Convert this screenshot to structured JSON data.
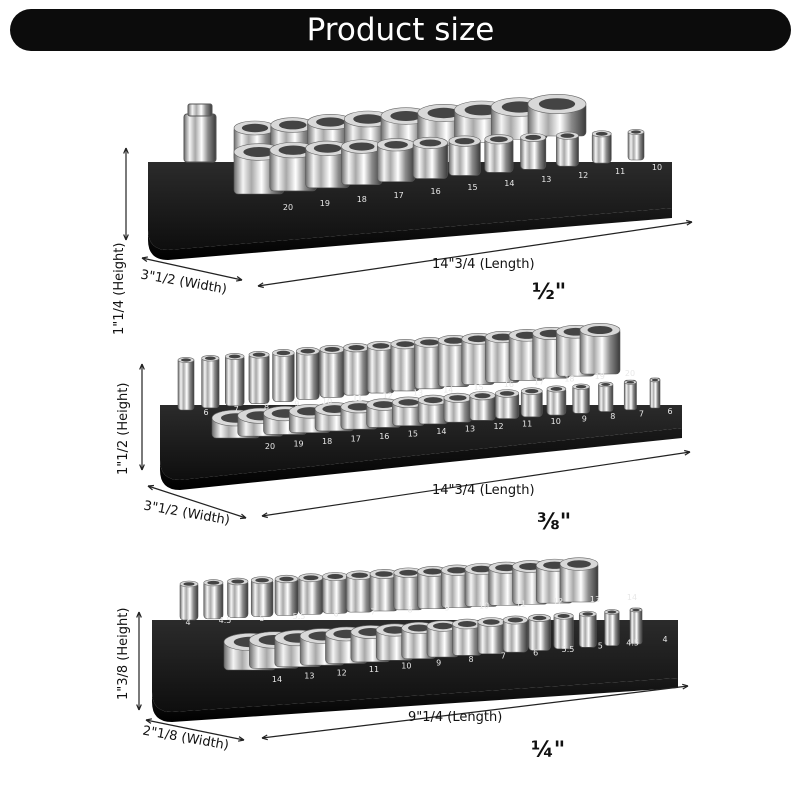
{
  "header": {
    "title": "Product size"
  },
  "panels": [
    {
      "id": "half-inch",
      "drive": "½\"",
      "height": "1\"1/4 (Height)",
      "width": "3\"1/2 (Width)",
      "length": "14\"3/4 (Length)",
      "front_labels": [
        "20",
        "19",
        "18",
        "17",
        "16",
        "15",
        "14",
        "13",
        "12",
        "11",
        "10"
      ],
      "back_labels": []
    },
    {
      "id": "three-eighths-inch",
      "drive": "⅜\"",
      "height": "1\"1/2 (Height)",
      "width": "3\"1/2 (Width)",
      "length": "14\"3/4 (Length)",
      "front_labels": [
        "20",
        "19",
        "18",
        "17",
        "16",
        "15",
        "14",
        "13",
        "12",
        "11",
        "10",
        "9",
        "8",
        "7",
        "6"
      ],
      "back_labels": [
        "6",
        "7",
        "8",
        "9",
        "10",
        "11",
        "12",
        "13",
        "14",
        "15",
        "16",
        "17",
        "18",
        "19",
        "20"
      ]
    },
    {
      "id": "quarter-inch",
      "drive": "¼\"",
      "height": "1\"3/8 (Height)",
      "width": "2\"1/8 (Width)",
      "length": "9\"1/4 (Length)",
      "front_labels": [
        "14",
        "13",
        "12",
        "11",
        "10",
        "9",
        "8",
        "7",
        "6",
        "5.5",
        "5",
        "4.5",
        "4"
      ],
      "back_labels": [
        "4",
        "4.5",
        "5",
        "5.5",
        "6",
        "7",
        "8",
        "9",
        "10",
        "11",
        "12",
        "13",
        "14"
      ]
    }
  ]
}
